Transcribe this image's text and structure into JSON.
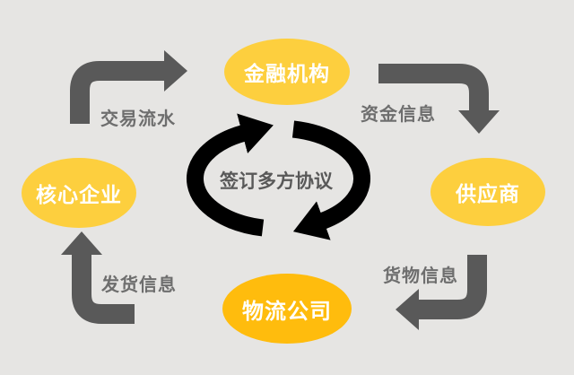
{
  "diagram": {
    "center": {
      "label": "签订多方协议",
      "cycle_arrow_color": "#000000",
      "text_color": "#595959",
      "cycle_direction": "clockwise"
    },
    "nodes": [
      {
        "id": "financial-institution",
        "label": "金融机构",
        "position": "top",
        "fill": "#fdcf3e",
        "text_color": "#ffffff"
      },
      {
        "id": "supplier",
        "label": "供应商",
        "position": "right",
        "fill": "#fdcf3e",
        "text_color": "#ffffff"
      },
      {
        "id": "logistics-company",
        "label": "物流公司",
        "position": "bottom",
        "fill": "#ffbc0d",
        "text_color": "#ffffff"
      },
      {
        "id": "core-enterprise",
        "label": "核心企业",
        "position": "left",
        "fill": "#fdcf3e",
        "text_color": "#ffffff"
      }
    ],
    "flows": [
      {
        "id": "transaction-records",
        "label": "交易流水",
        "from": "core-enterprise",
        "to": "financial-institution"
      },
      {
        "id": "capital-info",
        "label": "资金信息",
        "from": "financial-institution",
        "to": "supplier"
      },
      {
        "id": "goods-info",
        "label": "货物信息",
        "from": "supplier",
        "to": "logistics-company"
      },
      {
        "id": "shipping-info",
        "label": "发货信息",
        "from": "logistics-company",
        "to": "core-enterprise"
      }
    ],
    "colors": {
      "background": "#e6e5e3",
      "flow_arrow": "#595959",
      "flow_label": "#6e6e6e"
    }
  }
}
